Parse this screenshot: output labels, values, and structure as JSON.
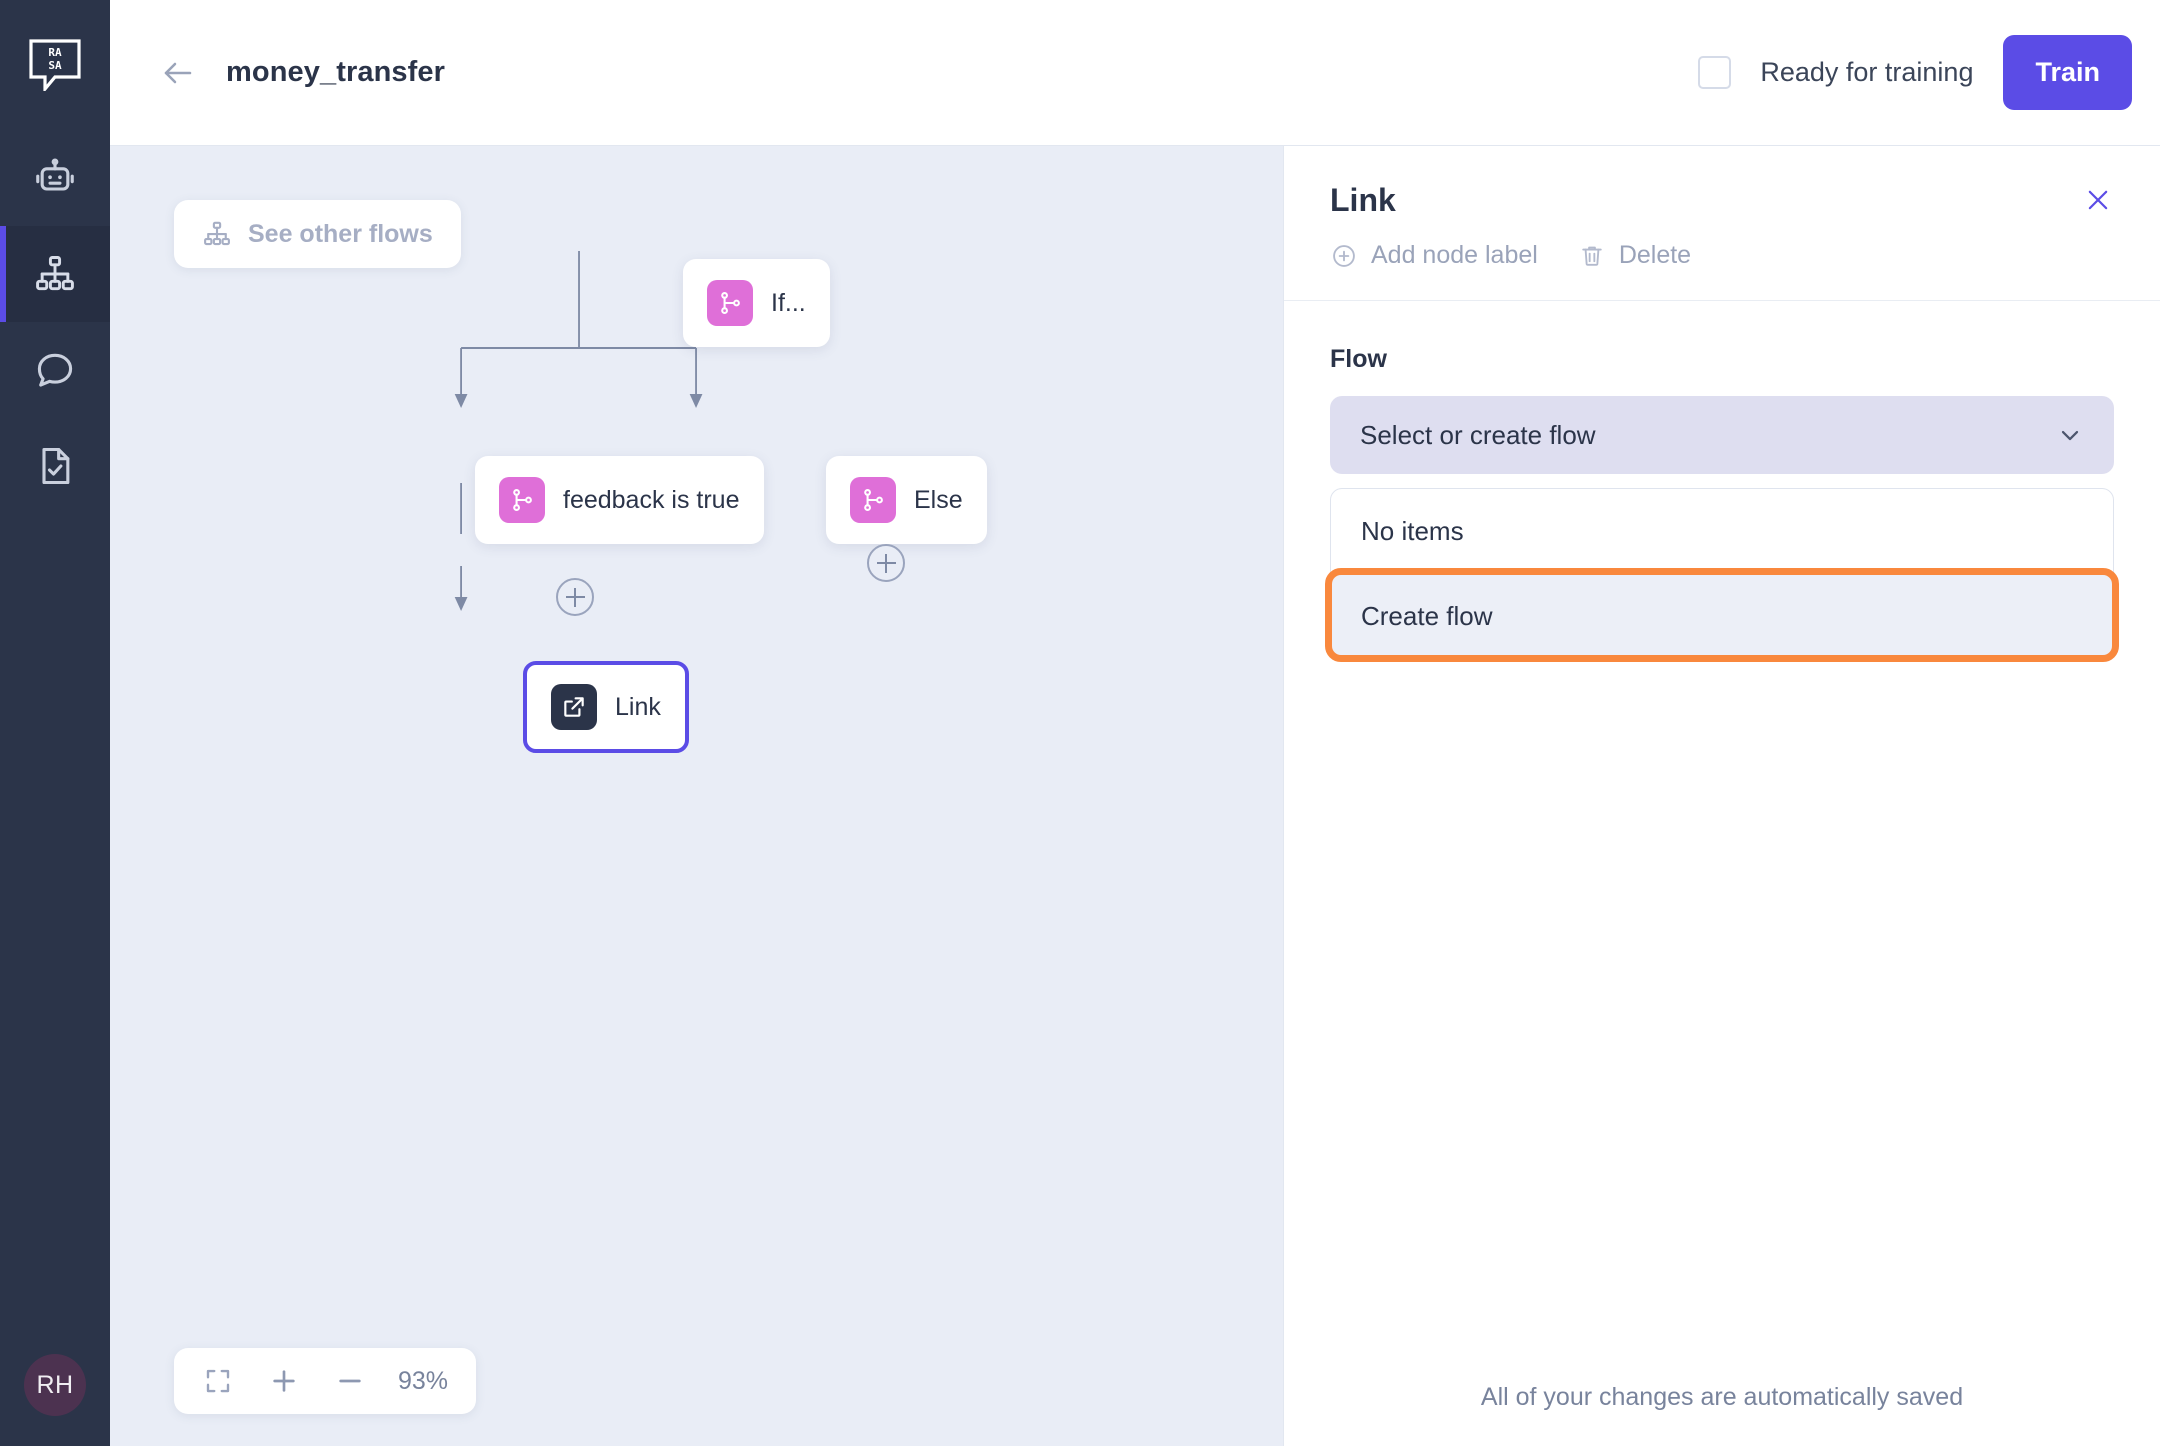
{
  "app": {
    "brand": "RASA",
    "avatar_initials": "RH"
  },
  "sidebar": {
    "items": [
      {
        "icon": "robot-icon",
        "name": "assistant",
        "active": false
      },
      {
        "icon": "flows-hierarchy-icon",
        "name": "flows",
        "active": true
      },
      {
        "icon": "chat-bubble-icon",
        "name": "conversations",
        "active": false
      },
      {
        "icon": "document-check-icon",
        "name": "tests",
        "active": false
      }
    ]
  },
  "header": {
    "back_icon": "arrow-left-icon",
    "title": "money_transfer",
    "ready_checkbox_label": "Ready for training",
    "ready_checkbox_checked": false,
    "train_label": "Train"
  },
  "canvas": {
    "see_other_flows_label": "See other flows",
    "see_other_flows_icon": "flows-hierarchy-icon",
    "zoom": {
      "fit_icon": "fit-screen-icon",
      "zoom_in_icon": "plus-icon",
      "zoom_out_icon": "minus-icon",
      "level": "93%"
    },
    "nodes": [
      {
        "id": "if",
        "label": "If...",
        "icon": "branch-icon",
        "icon_color": "#df6fd8",
        "selected": false
      },
      {
        "id": "feedback",
        "label": "feedback is true",
        "icon": "branch-icon",
        "icon_color": "#df6fd8",
        "selected": false
      },
      {
        "id": "else",
        "label": "Else",
        "icon": "branch-icon",
        "icon_color": "#df6fd8",
        "selected": false
      },
      {
        "id": "link",
        "label": "Link",
        "icon": "external-link-icon",
        "icon_color": "#2b3449",
        "selected": true
      }
    ],
    "add_buttons": [
      {
        "id": "add-after-feedback",
        "icon": "plus-circle-icon"
      },
      {
        "id": "add-after-else",
        "icon": "plus-circle-icon"
      }
    ]
  },
  "panel": {
    "title": "Link",
    "close_icon": "close-icon",
    "actions": [
      {
        "label": "Add node label",
        "icon": "plus-circle-icon"
      },
      {
        "label": "Delete",
        "icon": "trash-icon"
      }
    ],
    "flow_field": {
      "label": "Flow",
      "select_placeholder": "Select or create flow",
      "chevron_icon": "chevron-down-icon",
      "options": [
        {
          "label": "No items",
          "highlighted": false
        },
        {
          "label": "Create flow",
          "highlighted": true
        }
      ]
    },
    "footer_note": "All of your changes are automatically saved"
  },
  "colors": {
    "accent_purple": "#5b4ce6",
    "sidebar_bg": "#2b3449",
    "canvas_bg": "#e9edf6",
    "node_icon_pink": "#df6fd8",
    "annotation_orange": "#f9883d",
    "select_bg": "#dedef0"
  }
}
